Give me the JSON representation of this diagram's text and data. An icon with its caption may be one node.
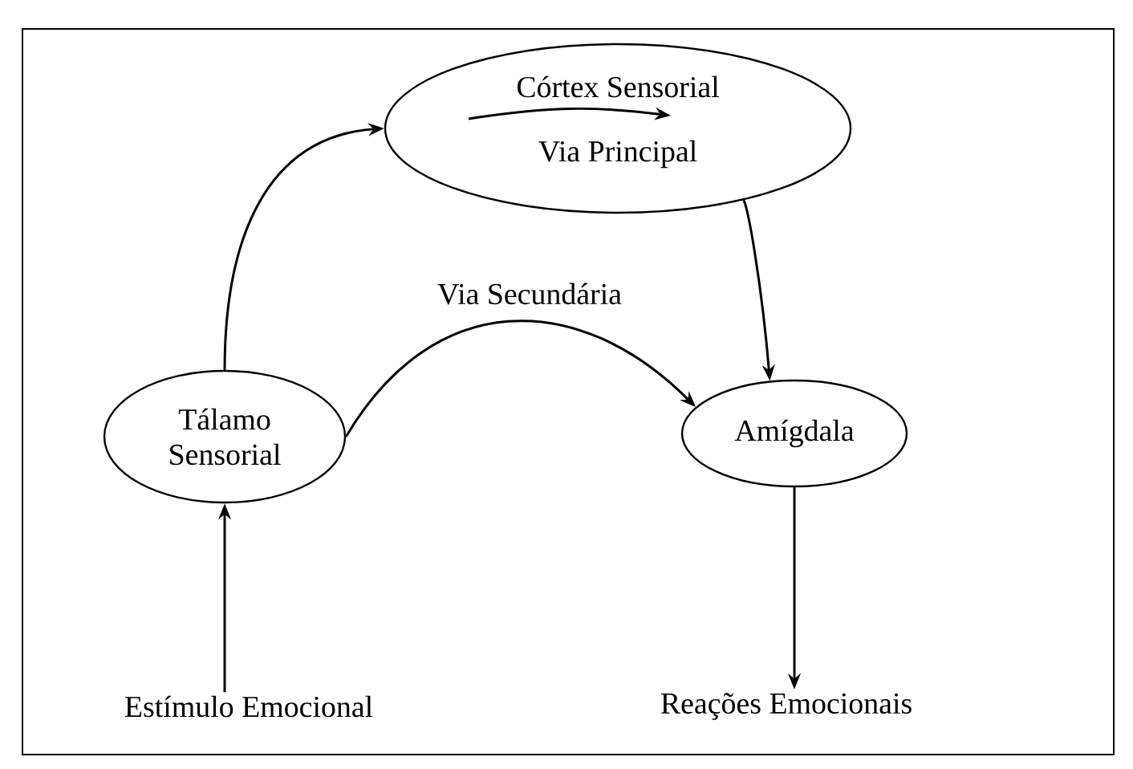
{
  "diagram": {
    "nodes": [
      {
        "text": [
          "Córtex Sensorial",
          "Via Principal"
        ]
      },
      {
        "text": [
          "Tálamo Sensorial"
        ]
      },
      {
        "text": [
          "Amígdala"
        ]
      },
      {
        "text": [
          "Estímulo Emocional"
        ]
      },
      {
        "text": [
          "Reações Emocionais"
        ]
      }
    ],
    "edges": [
      {
        "from": 3,
        "to": 1,
        "arrow": "to"
      },
      {
        "from": 1,
        "to": 0,
        "arrow": "to"
      },
      {
        "from": 0,
        "to": 2,
        "arrow": "to"
      },
      {
        "from": 1,
        "to": 2,
        "arrow": "to",
        "label": "Via Secundária"
      },
      {
        "from": 2,
        "to": 4,
        "arrow": "to"
      }
    ]
  }
}
